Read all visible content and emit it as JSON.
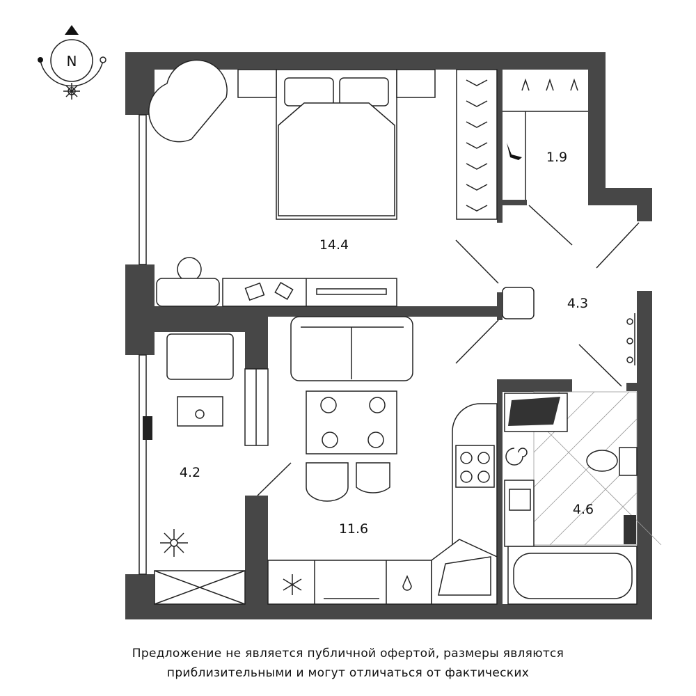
{
  "compass": {
    "label": "N"
  },
  "rooms": [
    {
      "name": "bedroom",
      "area": "14.4"
    },
    {
      "name": "wardrobe",
      "area": "1.9"
    },
    {
      "name": "hallway",
      "area": "4.3"
    },
    {
      "name": "balcony",
      "area": "4.2"
    },
    {
      "name": "kitchen-living",
      "area": "11.6"
    },
    {
      "name": "bathroom",
      "area": "4.6"
    }
  ],
  "disclaimer": {
    "line1": "Предложение не является публичной офертой, размеры являются",
    "line2": "приблизительными и могут отличаться от фактических"
  },
  "colors": {
    "wall": "#474747",
    "line": "#222222"
  }
}
